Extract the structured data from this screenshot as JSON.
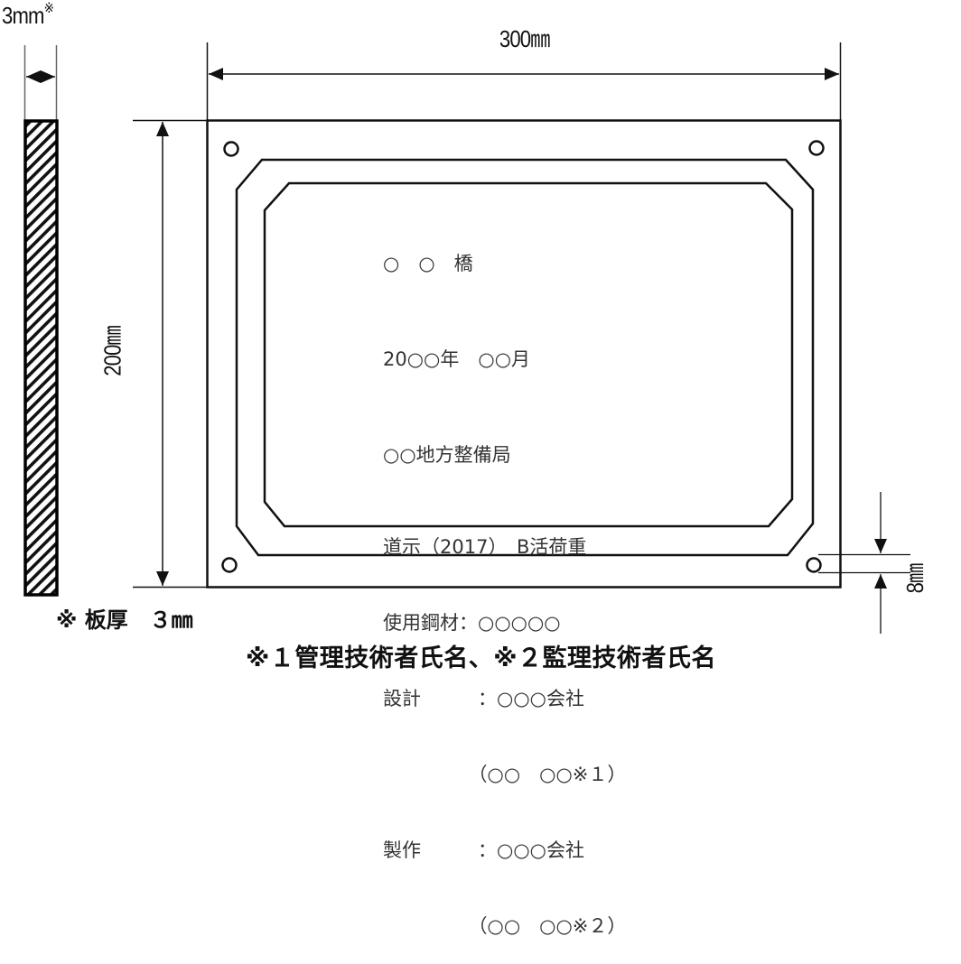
{
  "dimensions": {
    "thickness": {
      "value": "3mm",
      "mark": "※"
    },
    "width": "300㎜",
    "height": "200㎜",
    "hole_offset": "8㎜"
  },
  "plate": {
    "lines": [
      "○　○　橋",
      "20○○年　○○月",
      "○○地方整備局",
      "道示（2017）　B活荷重",
      "使用鋼材：○○○○○",
      "設計　　　：○○○会社",
      "　　　　　（○○　○○※１）",
      "製作　　　：○○○会社",
      "　　　　　（○○　○○※２）"
    ]
  },
  "notes": {
    "thickness": "※ 板厚　３㎜",
    "footnote": "※１管理技術者氏名、※２監理技術者氏名"
  },
  "colors": {
    "line": "#111111",
    "plate_text": "#333333",
    "background": "#ffffff"
  }
}
